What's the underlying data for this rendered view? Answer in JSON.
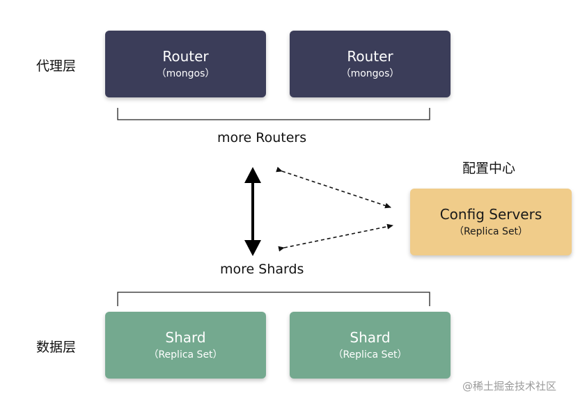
{
  "layers": {
    "proxy_label": "代理层",
    "data_label": "数据层",
    "config_label": "配置中心"
  },
  "routers": [
    {
      "title": "Router",
      "sub": "（mongos）"
    },
    {
      "title": "Router",
      "sub": "（mongos）"
    }
  ],
  "shards": [
    {
      "title": "Shard",
      "sub": "（Replica Set）"
    },
    {
      "title": "Shard",
      "sub": "（Replica Set）"
    }
  ],
  "config": {
    "title": "Config Servers",
    "sub": "（Replica Set）"
  },
  "captions": {
    "more_routers": "more Routers",
    "more_shards": "more Shards"
  },
  "watermark": "@稀土掘金技术社区",
  "colors": {
    "router": "#3b3d59",
    "shard": "#74a98f",
    "config": "#f0cc8a"
  }
}
